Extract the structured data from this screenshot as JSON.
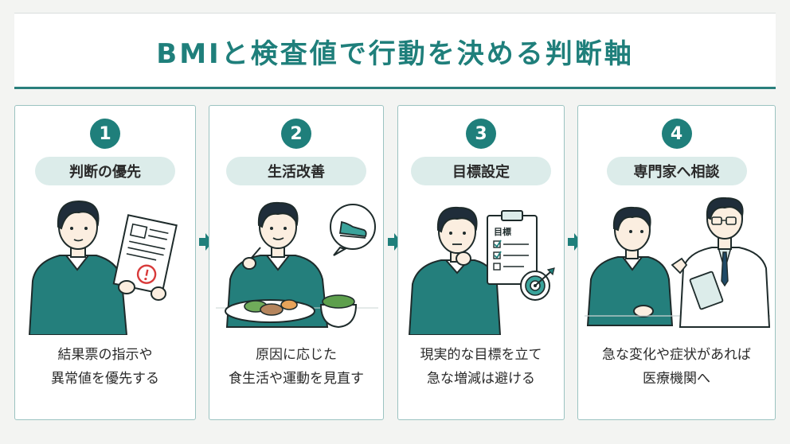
{
  "title": "BMIと検査値で行動を決める判断軸",
  "colors": {
    "accent": "#1f7f7b",
    "pill_bg": "#dcecea",
    "card_border": "#9bc3c1",
    "warning": "#d83a3a"
  },
  "steps": [
    {
      "number": "1",
      "label": "判断の優先",
      "desc_line1": "結果票の指示や",
      "desc_line2": "異常値を優先する",
      "icon": "report-sheet-icon"
    },
    {
      "number": "2",
      "label": "生活改善",
      "desc_line1": "原因に応じた",
      "desc_line2": "食生活や運動を見直す",
      "icon": "sneaker-icon"
    },
    {
      "number": "3",
      "label": "目標設定",
      "desc_line1": "現実的な目標を立て",
      "desc_line2": "急な増減は避ける",
      "icon": "clipboard-target-icon",
      "clipboard_title": "目標"
    },
    {
      "number": "4",
      "label": "専門家へ相談",
      "desc_line1": "急な変化や症状があれば",
      "desc_line2": "医療機関へ",
      "icon": "doctor-consult-icon"
    }
  ]
}
